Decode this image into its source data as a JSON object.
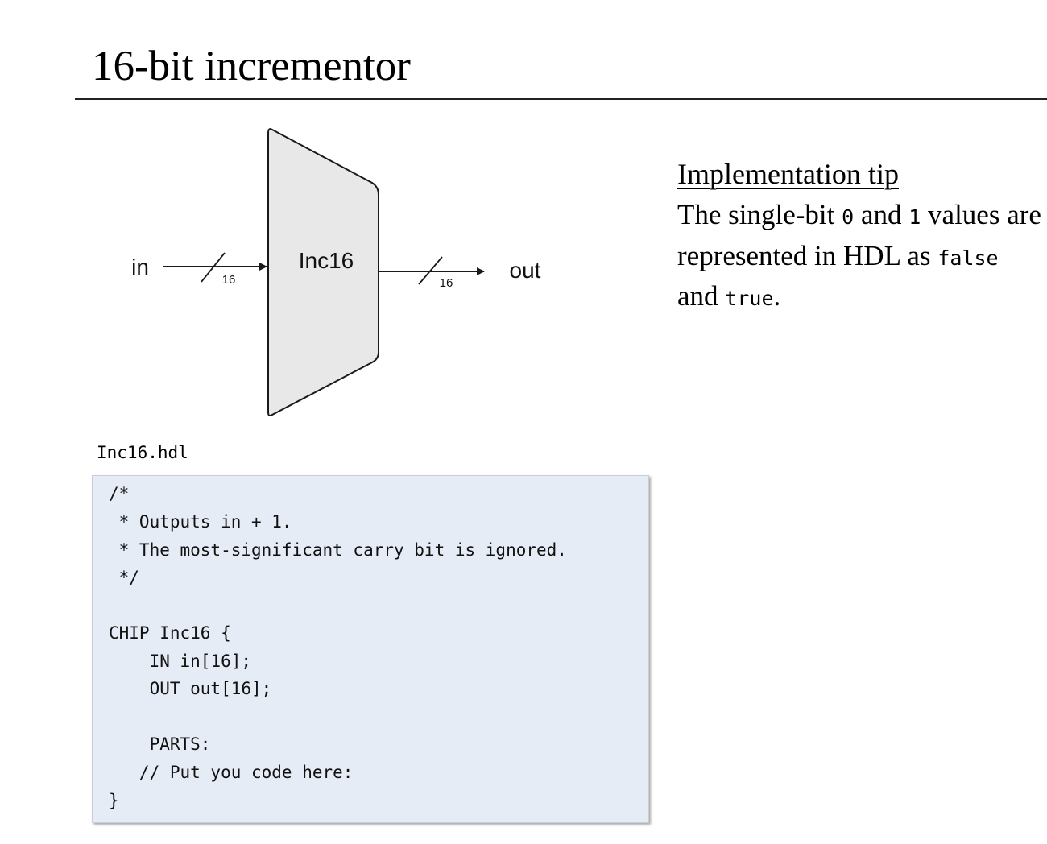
{
  "slide": {
    "title": "16-bit incrementor"
  },
  "diagram": {
    "chip_name": "Inc16",
    "input_label": "in",
    "output_label": "out",
    "input_width": "16",
    "output_width": "16",
    "chip_fill": "#e8e8e8",
    "stroke_color": "#1a1a1a"
  },
  "tip": {
    "heading": "Implementation tip",
    "text_1": "The single-bit ",
    "code_zero": "0",
    "text_2": " and ",
    "code_one": "1",
    "text_3": " values are represented in HDL as ",
    "code_false": "false",
    "text_4": " and ",
    "code_true": "true",
    "text_5": "."
  },
  "code_file": {
    "name": "Inc16.hdl",
    "background": "#e6ecf6",
    "lines": [
      "/*",
      " * Outputs in + 1.",
      " * The most-significant carry bit is ignored.",
      " */",
      "",
      "CHIP Inc16 {",
      "    IN in[16];",
      "    OUT out[16];",
      "",
      "    PARTS:",
      "   // Put you code here:",
      "}"
    ]
  }
}
